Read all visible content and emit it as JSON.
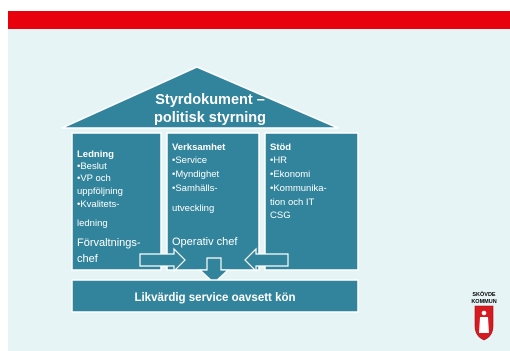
{
  "colors": {
    "header_band": "#e8000d",
    "background": "#e7f4f6",
    "shape_fill": "#31849b",
    "shape_stroke": "#ffffff",
    "text": "#ffffff"
  },
  "roof": {
    "title_line1": "Styrdokument –",
    "title_line2": "politisk styrning"
  },
  "columns": [
    {
      "heading": "Ledning",
      "bullets": [
        "•Beslut",
        "•VP och",
        "uppföljning",
        "•Kvalitets-",
        "ledning"
      ],
      "footer_lines": [
        "Förvaltnings-",
        "chef"
      ]
    },
    {
      "heading": "Verksamhet",
      "bullets": [
        "•Service",
        "•Myndighet",
        "•Samhälls-",
        "utveckling"
      ],
      "footer_lines": [
        "Operativ chef"
      ]
    },
    {
      "heading": "Stöd",
      "bullets": [
        "•HR",
        "•Ekonomi",
        "•Kommunika-",
        "tion och IT",
        "CSG"
      ],
      "footer_lines": []
    }
  ],
  "base": {
    "label": "Likvärdig service oavsett kön"
  },
  "logo": {
    "line1": "SKÖVDE",
    "line2": "KOMMUN",
    "shield_color": "#d71920"
  }
}
